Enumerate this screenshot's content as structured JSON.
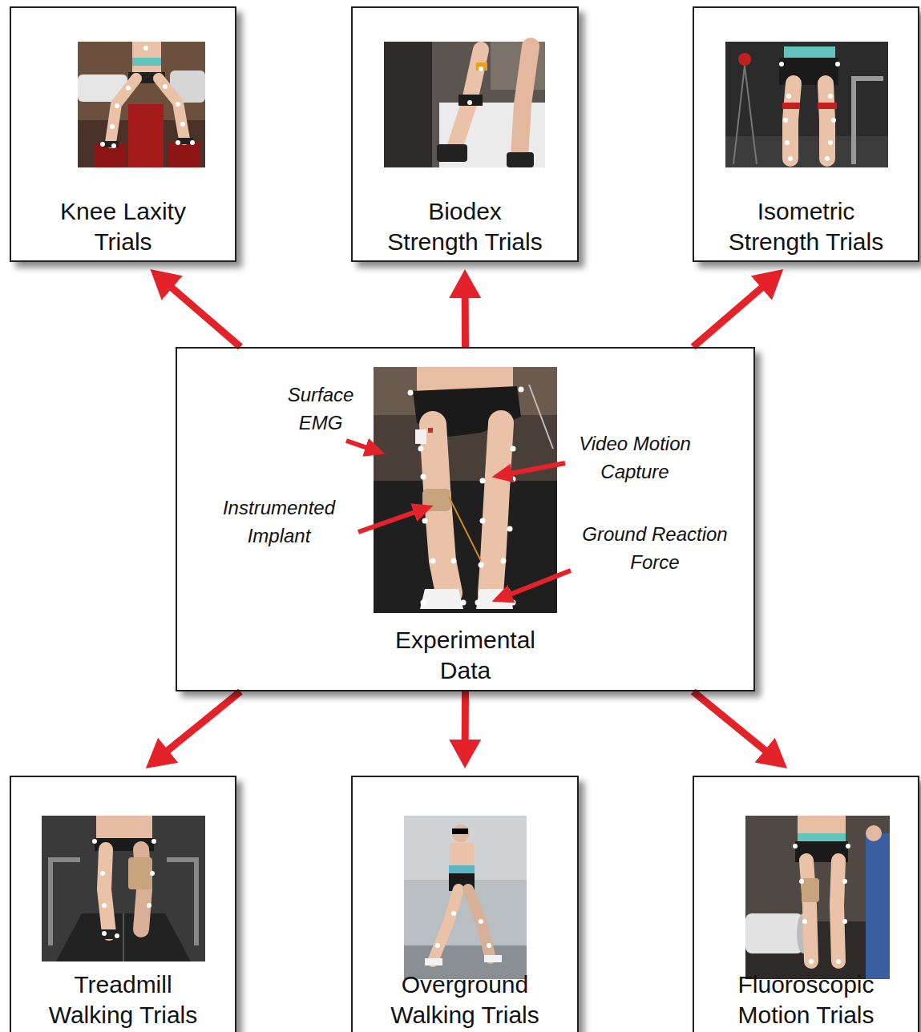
{
  "diagram": {
    "nodes": [
      {
        "text": [
          "Knee Laxity Trials"
        ]
      },
      {
        "text": [
          "Biodex Strength Trials"
        ]
      },
      {
        "text": [
          "Isometric Strength Trials"
        ]
      },
      {
        "text": [
          "Experimental Data"
        ]
      },
      {
        "text": [
          "Treadmill Walking Trials"
        ]
      },
      {
        "text": [
          "Overground Walking Trials"
        ]
      },
      {
        "text": [
          "Fluoroscopic Motion Trials"
        ]
      }
    ],
    "edges": [
      {
        "from": 3,
        "to": 0,
        "arrow": "to"
      },
      {
        "from": 3,
        "to": 1,
        "arrow": "to"
      },
      {
        "from": 3,
        "to": 2,
        "arrow": "to"
      },
      {
        "from": 3,
        "to": 4,
        "arrow": "to"
      },
      {
        "from": 3,
        "to": 5,
        "arrow": "to"
      },
      {
        "from": 3,
        "to": 6,
        "arrow": "to"
      }
    ],
    "labels": [
      "Surface EMG",
      "Video Motion Capture",
      "Instrumented Implant",
      "Ground Reaction Force"
    ]
  }
}
